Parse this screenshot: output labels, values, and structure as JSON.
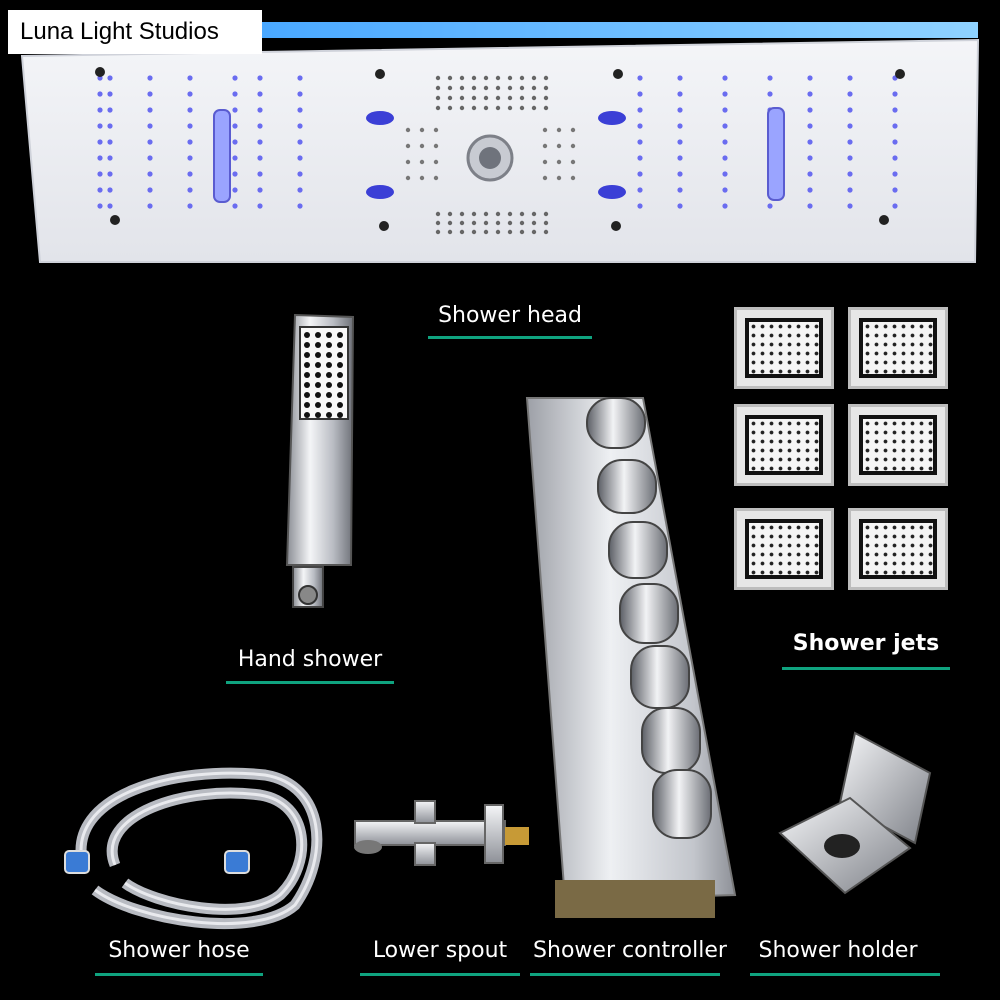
{
  "brand": {
    "name": "Luna Light Studios"
  },
  "labels": {
    "shower_head": "Shower head",
    "hand_shower": "Hand shower",
    "shower_jets": "Shower jets",
    "shower_hose": "Shower hose",
    "lower_spout": "Lower spout",
    "shower_controller": "Shower controller",
    "shower_holder": "Shower holder"
  },
  "colors": {
    "background": "#000000",
    "underline": "#0fa37f",
    "led": "#6a6cf0",
    "chrome": "#d9dbe0"
  }
}
